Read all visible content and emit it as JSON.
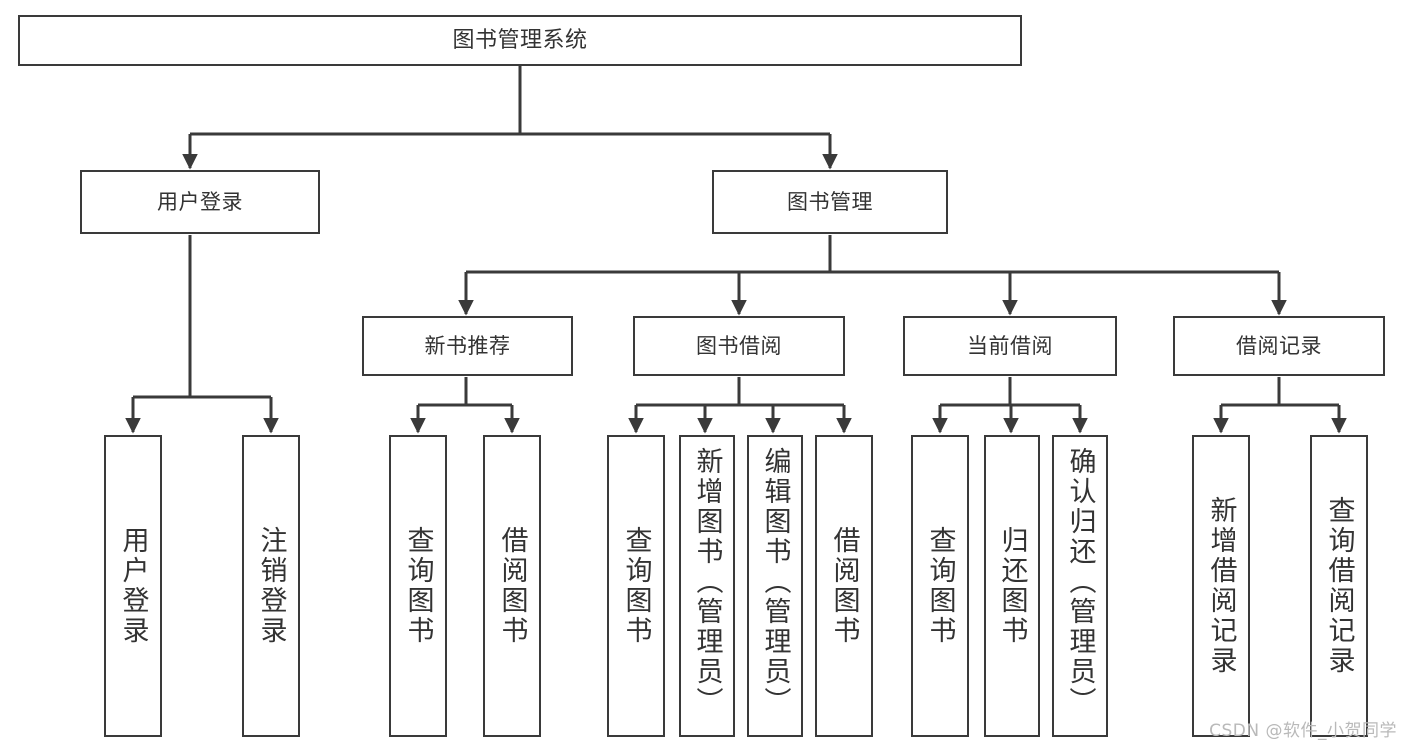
{
  "diagram": {
    "type": "tree",
    "title": "图书管理系统",
    "watermark": "CSDN @软件_小贺同学",
    "colors": {
      "stroke": "#3a3a3a",
      "text": "#333333",
      "background": "#ffffff",
      "watermark": "#b9b9b9"
    },
    "root": {
      "label": "图书管理系统"
    },
    "level2": [
      {
        "id": "user-login",
        "label": "用户登录"
      },
      {
        "id": "book-management",
        "label": "图书管理"
      }
    ],
    "level3": [
      {
        "id": "new-book-recommend",
        "label": "新书推荐",
        "parent": "book-management"
      },
      {
        "id": "book-borrow",
        "label": "图书借阅",
        "parent": "book-management"
      },
      {
        "id": "current-borrow",
        "label": "当前借阅",
        "parent": "book-management"
      },
      {
        "id": "borrow-record",
        "label": "借阅记录",
        "parent": "book-management"
      }
    ],
    "leaves": [
      {
        "id": "leaf-user-login",
        "label": "用户登录",
        "parent": "user-login"
      },
      {
        "id": "leaf-logout",
        "label": "注销登录",
        "parent": "user-login"
      },
      {
        "id": "leaf-query-book-1",
        "label": "查询图书",
        "parent": "new-book-recommend"
      },
      {
        "id": "leaf-borrow-book-1",
        "label": "借阅图书",
        "parent": "new-book-recommend"
      },
      {
        "id": "leaf-query-book-2",
        "label": "查询图书",
        "parent": "book-borrow"
      },
      {
        "id": "leaf-add-book",
        "label": "新增图书（管理员）",
        "parent": "book-borrow"
      },
      {
        "id": "leaf-edit-book",
        "label": "编辑图书（管理员）",
        "parent": "book-borrow"
      },
      {
        "id": "leaf-borrow-book-2",
        "label": "借阅图书",
        "parent": "book-borrow"
      },
      {
        "id": "leaf-query-book-3",
        "label": "查询图书",
        "parent": "current-borrow"
      },
      {
        "id": "leaf-return-book",
        "label": "归还图书",
        "parent": "current-borrow"
      },
      {
        "id": "leaf-confirm-return",
        "label": "确认归还（管理员）",
        "parent": "current-borrow"
      },
      {
        "id": "leaf-add-record",
        "label": "新增借阅记录",
        "parent": "borrow-record"
      },
      {
        "id": "leaf-query-record",
        "label": "查询借阅记录",
        "parent": "borrow-record"
      }
    ]
  }
}
